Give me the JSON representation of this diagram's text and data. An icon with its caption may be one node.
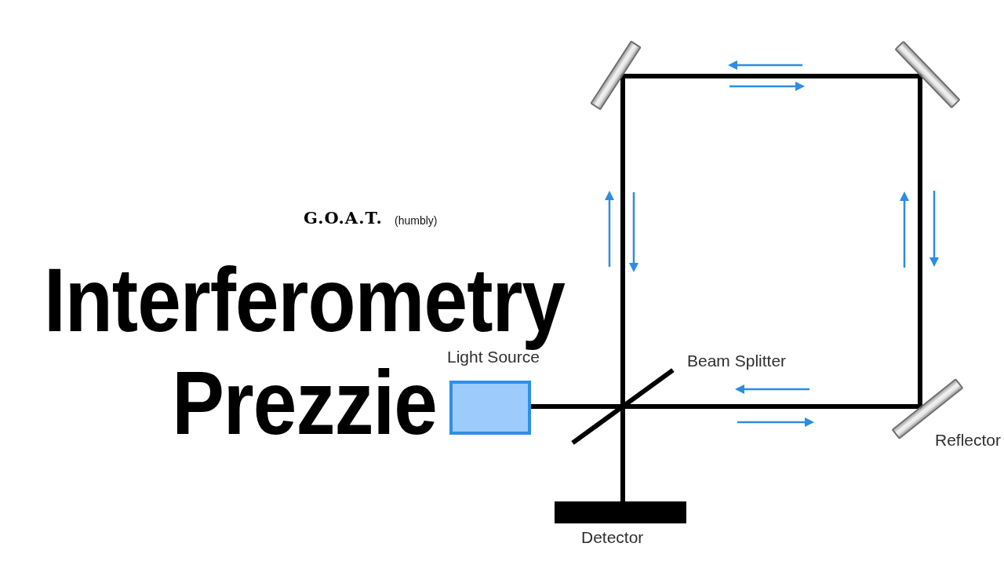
{
  "diagram": {
    "title": "Interferometry Prezzie",
    "nodes": [
      {
        "text": [],
        "shape": "bar"
      },
      {
        "text": [],
        "shape": "bar"
      },
      {
        "text": [],
        "shape": "box",
        "beside": [
          "Light Source"
        ]
      },
      {
        "text": [],
        "shape": "bar",
        "beside": [
          "Beam Splitter"
        ]
      },
      {
        "text": [],
        "shape": "bar",
        "beside": [
          "Reflector"
        ]
      },
      {
        "text": [],
        "shape": "bar",
        "beside": [
          "Detector"
        ]
      }
    ],
    "edges": [
      {
        "from": 2,
        "to": 3,
        "arrow": "none"
      },
      {
        "from": 3,
        "to": 0,
        "arrow": "none"
      },
      {
        "from": 0,
        "to": 1,
        "arrow": "none"
      },
      {
        "from": 1,
        "to": 4,
        "arrow": "none"
      },
      {
        "from": 4,
        "to": 3,
        "arrow": "none"
      },
      {
        "from": 3,
        "to": 5,
        "arrow": "none"
      }
    ],
    "labels": [
      "G.O.A.T.",
      "(humbly)"
    ]
  }
}
